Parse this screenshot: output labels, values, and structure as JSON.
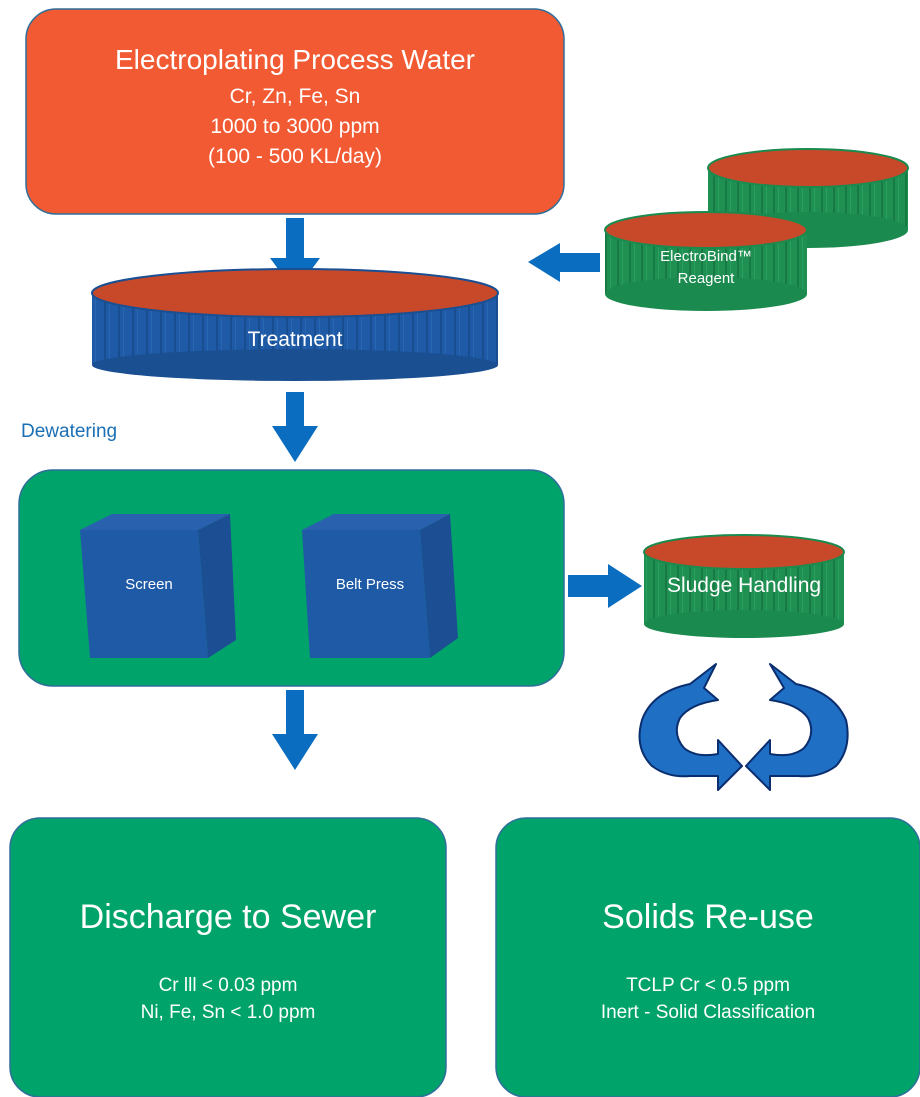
{
  "process_water": {
    "title": "Electroplating Process Water",
    "line1": "Cr, Zn, Fe, Sn",
    "line2": "1000 to 3000 ppm",
    "line3": "(100 - 500 KL/day)"
  },
  "reagent": {
    "line1": "ElectroBind™",
    "line2": "Reagent"
  },
  "treatment": {
    "label": "Treatment"
  },
  "dewatering": {
    "label": "Dewatering",
    "screen": "Screen",
    "belt_press": "Belt Press"
  },
  "sludge": {
    "label": "Sludge Handling"
  },
  "discharge": {
    "title": "Discharge to Sewer",
    "line1": "Cr lll < 0.03 ppm",
    "line2": "Ni, Fe, Sn < 1.0 ppm"
  },
  "solids": {
    "title": "Solids Re-use",
    "line1": "TCLP Cr < 0.5 ppm",
    "line2": "Inert - Solid Classification"
  },
  "colors": {
    "orange": "#f15a33",
    "top_brown": "#c8492a",
    "blue": "#1f5aa6",
    "dark_blue": "#1a4f92",
    "green": "#00a36a",
    "dark_green": "#1b8a4e",
    "arrow": "#0a6dbf",
    "label_blue": "#1a6fb5"
  },
  "icons": [
    "down-arrow-icon",
    "left-arrow-icon",
    "right-arrow-icon",
    "recycle-arrows-icon"
  ]
}
